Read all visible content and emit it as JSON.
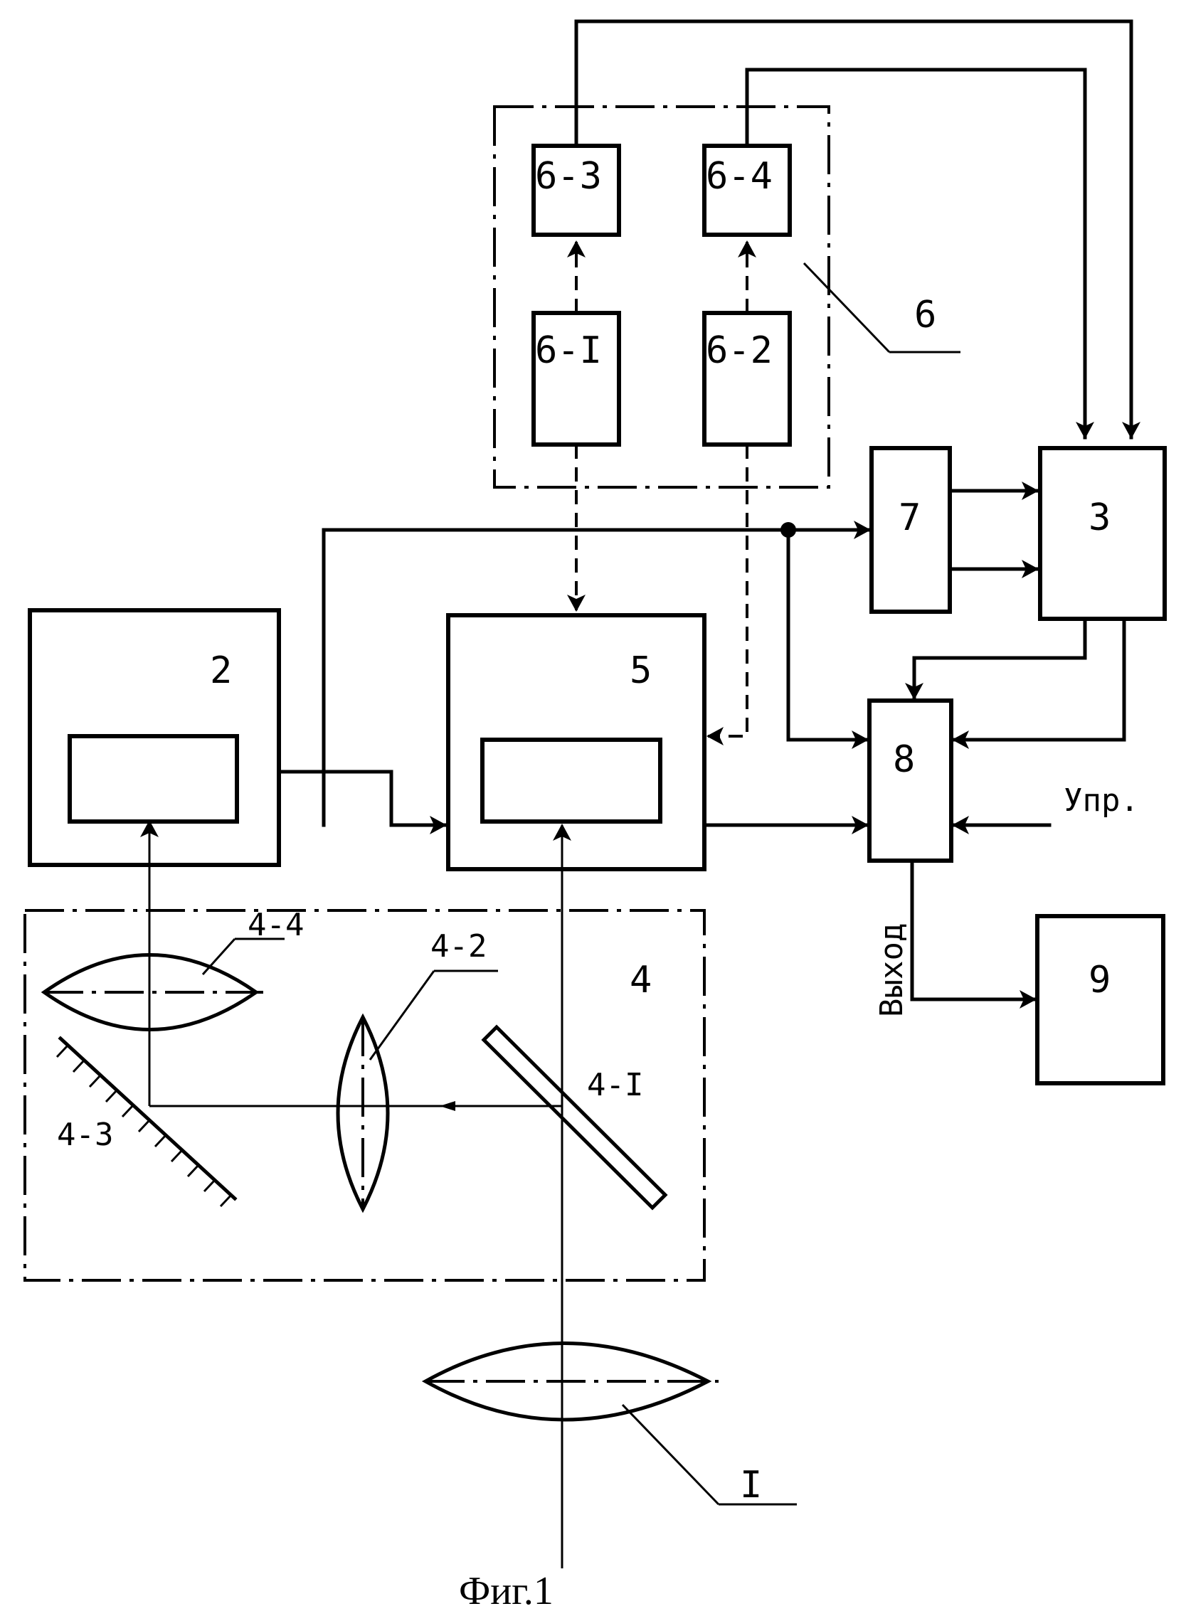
{
  "figure": {
    "caption": "Фиг.1",
    "blocks": {
      "b2": "2",
      "b3": "3",
      "b4": "4",
      "b5": "5",
      "b6": "6",
      "b6_1": "6-I",
      "b6_2": "6-2",
      "b6_3": "6-3",
      "b6_4": "6-4",
      "b7": "7",
      "b8": "8",
      "b9": "9",
      "c4_1": "4-I",
      "c4_2": "4-2",
      "c4_3": "4-3",
      "c4_4": "4-4",
      "c1": "I"
    },
    "signals": {
      "control": "Упр.",
      "output": "Выход"
    }
  }
}
